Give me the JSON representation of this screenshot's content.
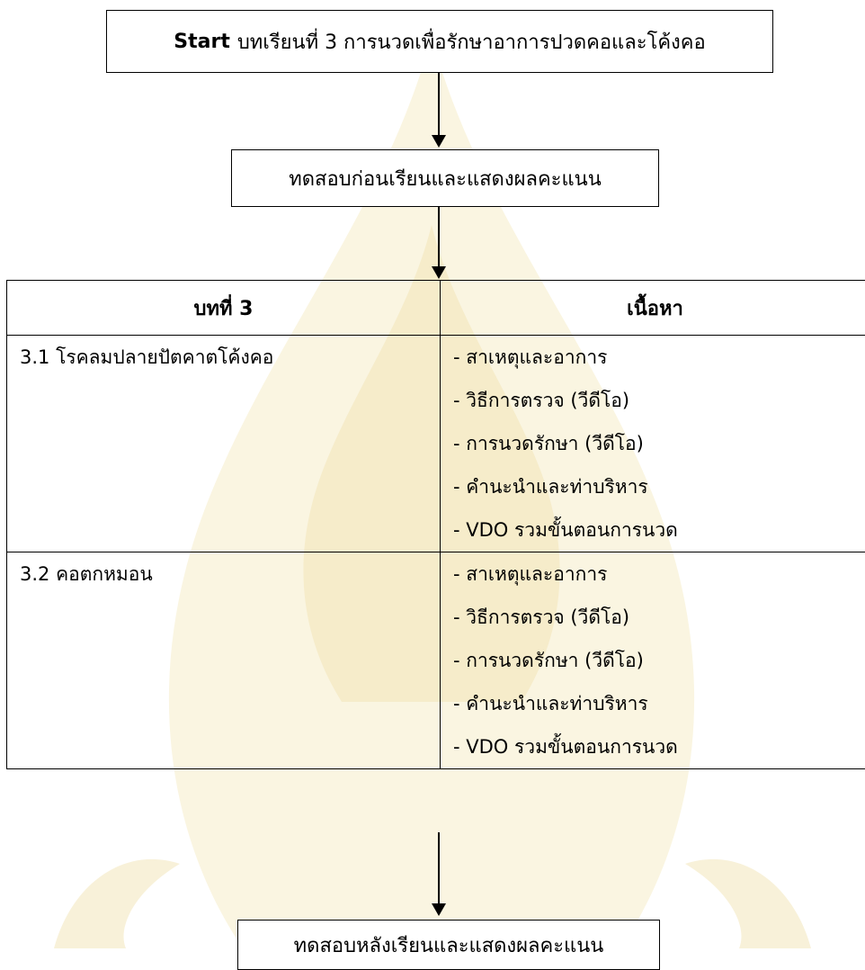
{
  "flow": {
    "start_keyword": "Start",
    "start_text": "บทเรียนที่ 3 การนวดเพื่อรักษาอาการปวดคอและโค้งคอ",
    "pre_test": "ทดสอบก่อนเรียนและแสดงผลคะแนน",
    "post_test": "ทดสอบหลังเรียนและแสดงผลคะแนน"
  },
  "table": {
    "headers": [
      "บทที่ 3",
      "เนื้อหา"
    ],
    "rows": [
      {
        "topic": "3.1 โรคลมปลายปัตคาตโค้งคอ",
        "items": [
          "- สาเหตุและอาการ",
          "- วิธีการตรวจ (วีดีโอ)",
          "- การนวดรักษา (วีดีโอ)",
          "- คำนะนำและท่าบริหาร",
          "- VDO รวมขั้นตอนการนวด"
        ]
      },
      {
        "topic": "3.2 คอตกหมอน",
        "items": [
          "- สาเหตุและอาการ",
          "- วิธีการตรวจ (วีดีโอ)",
          "- การนวดรักษา (วีดีโอ)",
          "- คำนะนำและท่าบริหาร",
          "- VDO รวมขั้นตอนการนวด"
        ]
      }
    ]
  },
  "colors": {
    "line": "#000000",
    "watermark": "#f3e7b8"
  }
}
